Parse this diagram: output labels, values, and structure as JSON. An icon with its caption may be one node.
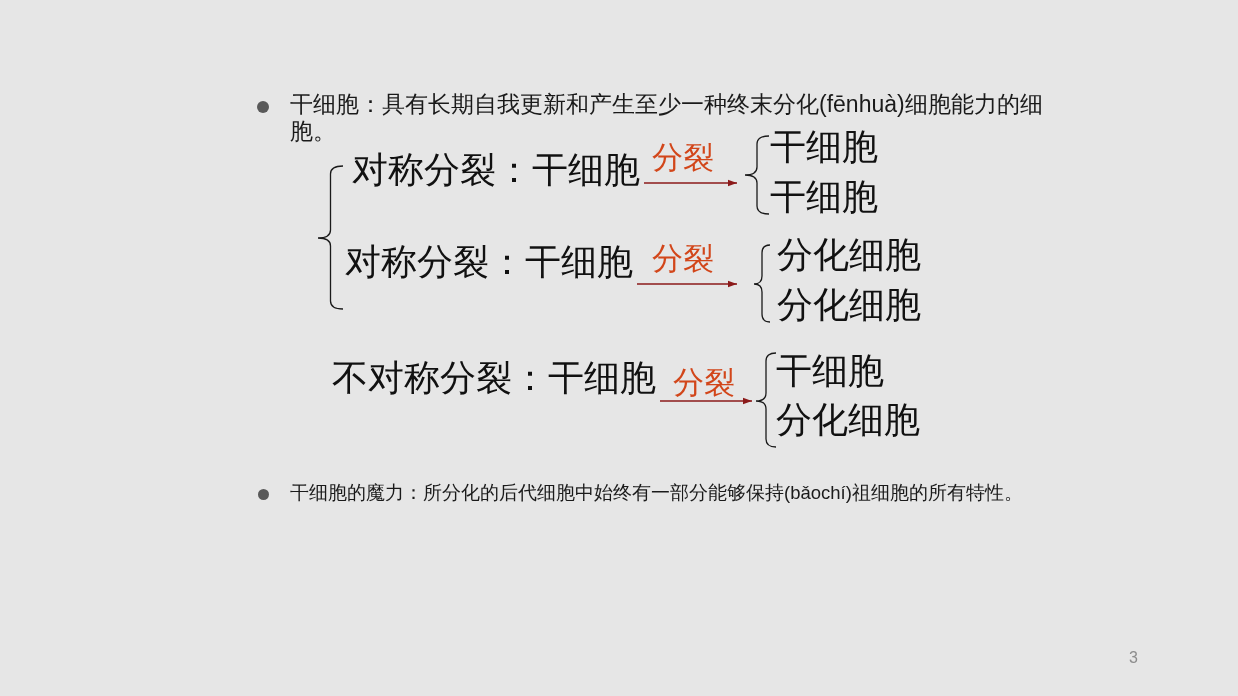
{
  "diagram": {
    "nodes": [
      {
        "text": [
          "对称分裂：干细胞"
        ]
      },
      {
        "text": [
          "干细胞",
          "干细胞"
        ]
      },
      {
        "text": [
          "对称分裂：干细胞"
        ]
      },
      {
        "text": [
          "分化细胞",
          "分化细胞"
        ]
      },
      {
        "text": [
          "不对称分裂：干细胞"
        ]
      },
      {
        "text": [
          "干细胞",
          "分化细胞"
        ]
      }
    ],
    "edges": [
      {
        "from": 0,
        "to": 1,
        "arrow": "to",
        "label": "分裂"
      },
      {
        "from": 2,
        "to": 3,
        "arrow": "to",
        "label": "分裂"
      },
      {
        "from": 4,
        "to": 5,
        "arrow": "to",
        "label": "分裂"
      }
    ],
    "labels": [
      "干细胞：具有长期自我更新和产生至少一种终末分化(fēnhuà)细胞能力的细胞。",
      "干细胞的魔力：所分化的后代细胞中始终有一部分能够保持(bǎochí)祖细胞的所有特性。",
      "3"
    ]
  }
}
